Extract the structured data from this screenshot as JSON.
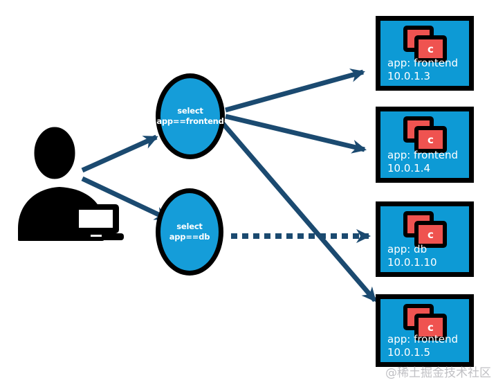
{
  "selectors": [
    {
      "line1": "select",
      "line2": "app==frontend"
    },
    {
      "line1": "select",
      "line2": "app==db"
    }
  ],
  "pods": [
    {
      "app": "app: frontend",
      "ip": "10.0.1.3",
      "container_letter": "c"
    },
    {
      "app": "app: frontend",
      "ip": "10.0.1.4",
      "container_letter": "c"
    },
    {
      "app": "app: db",
      "ip": "10.0.1.10",
      "container_letter": "c"
    },
    {
      "app": "app: frontend",
      "ip": "10.0.1.5",
      "container_letter": "c"
    }
  ],
  "icons": {
    "user": "user-with-laptop-icon",
    "container": "container-icon"
  },
  "colors": {
    "node_blue": "#0d9ad5",
    "ellipse_blue": "#159dd9",
    "arrow_navy": "#1b4a70",
    "container_red": "#ef5350",
    "outline_black": "#000000",
    "label_text_white": "#ffffff",
    "watermark_gray": "#b6b6ba"
  },
  "watermark": "@稀土掘金技术社区"
}
